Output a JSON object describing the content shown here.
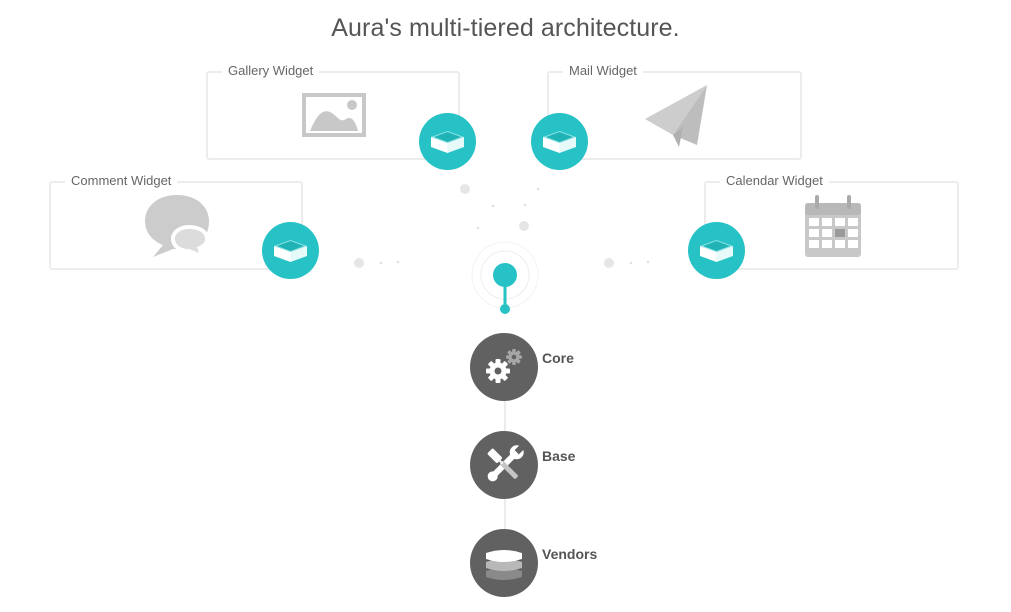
{
  "title": "Aura's multi-tiered architecture.",
  "widgets": [
    {
      "label": "Gallery Widget",
      "icon": "image-icon"
    },
    {
      "label": "Mail Widget",
      "icon": "paper-plane-icon"
    },
    {
      "label": "Comment Widget",
      "icon": "chat-bubbles-icon"
    },
    {
      "label": "Calendar Widget",
      "icon": "calendar-icon"
    }
  ],
  "module_icon": "box-icon",
  "connector_icon": "pin-connector-icon",
  "tiers": [
    {
      "label": "Core",
      "icon": "gears-icon"
    },
    {
      "label": "Base",
      "icon": "wrench-screwdriver-icon"
    },
    {
      "label": "Vendors",
      "icon": "layers-icon"
    }
  ],
  "colors": {
    "accent": "#26c2c5",
    "tier": "#616161",
    "border": "#ececec",
    "icon_gray": "#c8c8c8",
    "text": "#555555"
  }
}
